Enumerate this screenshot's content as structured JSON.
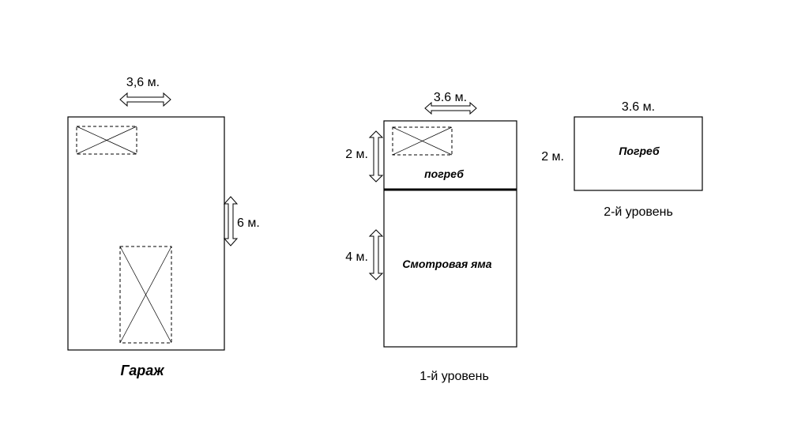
{
  "garage": {
    "width_label": "3,6 м.",
    "length_label": "6 м.",
    "title": "Гараж"
  },
  "level1": {
    "width_label": "3.6 м.",
    "cellar_height_label": "2 м.",
    "pit_height_label": "4 м.",
    "cellar_label": "погреб",
    "pit_label": "Смотровая яма",
    "caption": "1-й уровень"
  },
  "level2": {
    "width_label": "3.6 м.",
    "height_label": "2 м.",
    "cellar_label": "Погреб",
    "caption": "2-й уровень"
  }
}
